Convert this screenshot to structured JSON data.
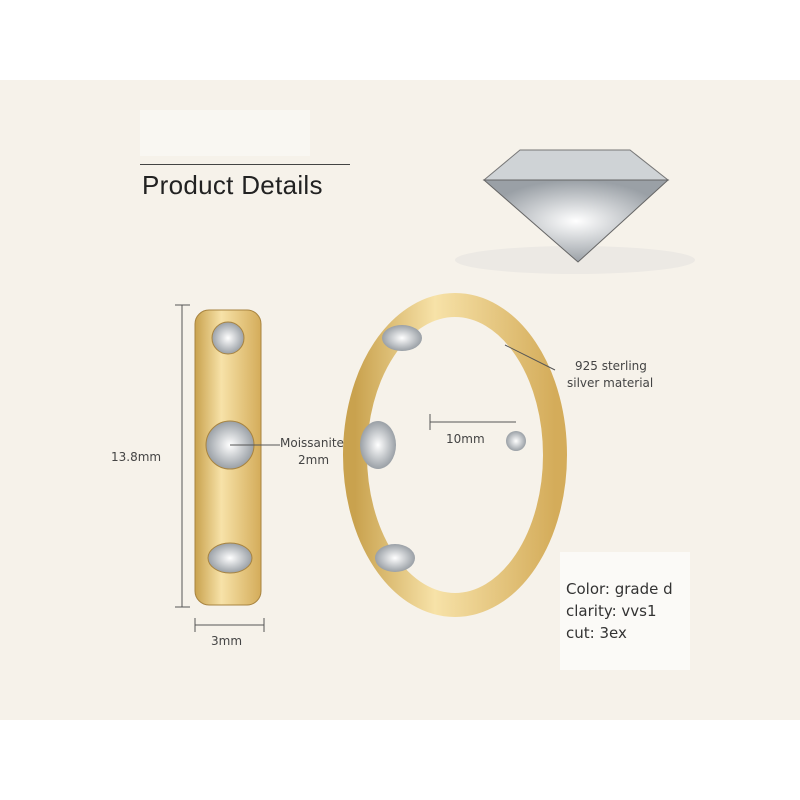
{
  "title": "Product Details",
  "dimensions": {
    "height": "13.8mm",
    "width": "3mm",
    "diameter": "10mm",
    "stone_label": "Moissanite",
    "stone_size": "2mm"
  },
  "material": {
    "line1": "925 sterling",
    "line2": "silver material"
  },
  "specs": [
    {
      "text": "Color: grade d"
    },
    {
      "text": "clarity: vvs1"
    },
    {
      "text": "cut: 3ex"
    }
  ],
  "colors": {
    "background": "#f6f2ea",
    "gold": "#e8c878"
  }
}
